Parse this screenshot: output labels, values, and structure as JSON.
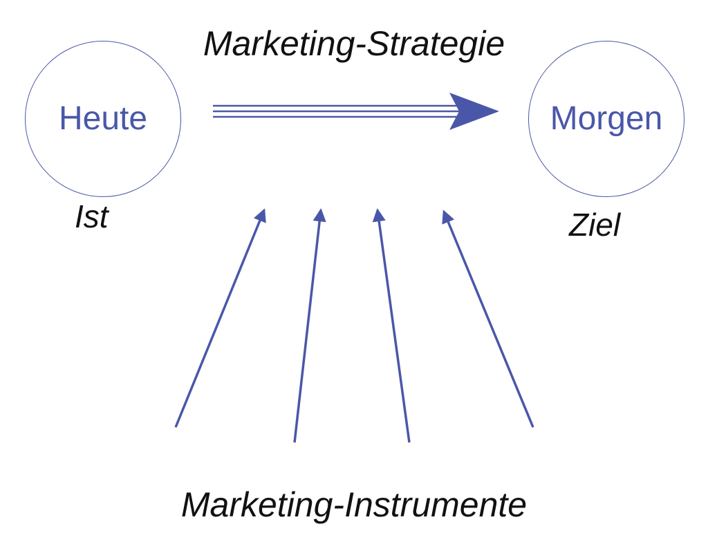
{
  "diagram": {
    "strategy_label": "Marketing-Strategie",
    "instruments_label": "Marketing-Instrumente",
    "today": {
      "label": "Heute",
      "sub_label": "Ist"
    },
    "tomorrow": {
      "label": "Morgen",
      "sub_label": "Ziel"
    },
    "instrument_arrow_count": 4
  },
  "colors": {
    "accent": "#4a57a8",
    "text": "#111111",
    "background": "#ffffff"
  }
}
